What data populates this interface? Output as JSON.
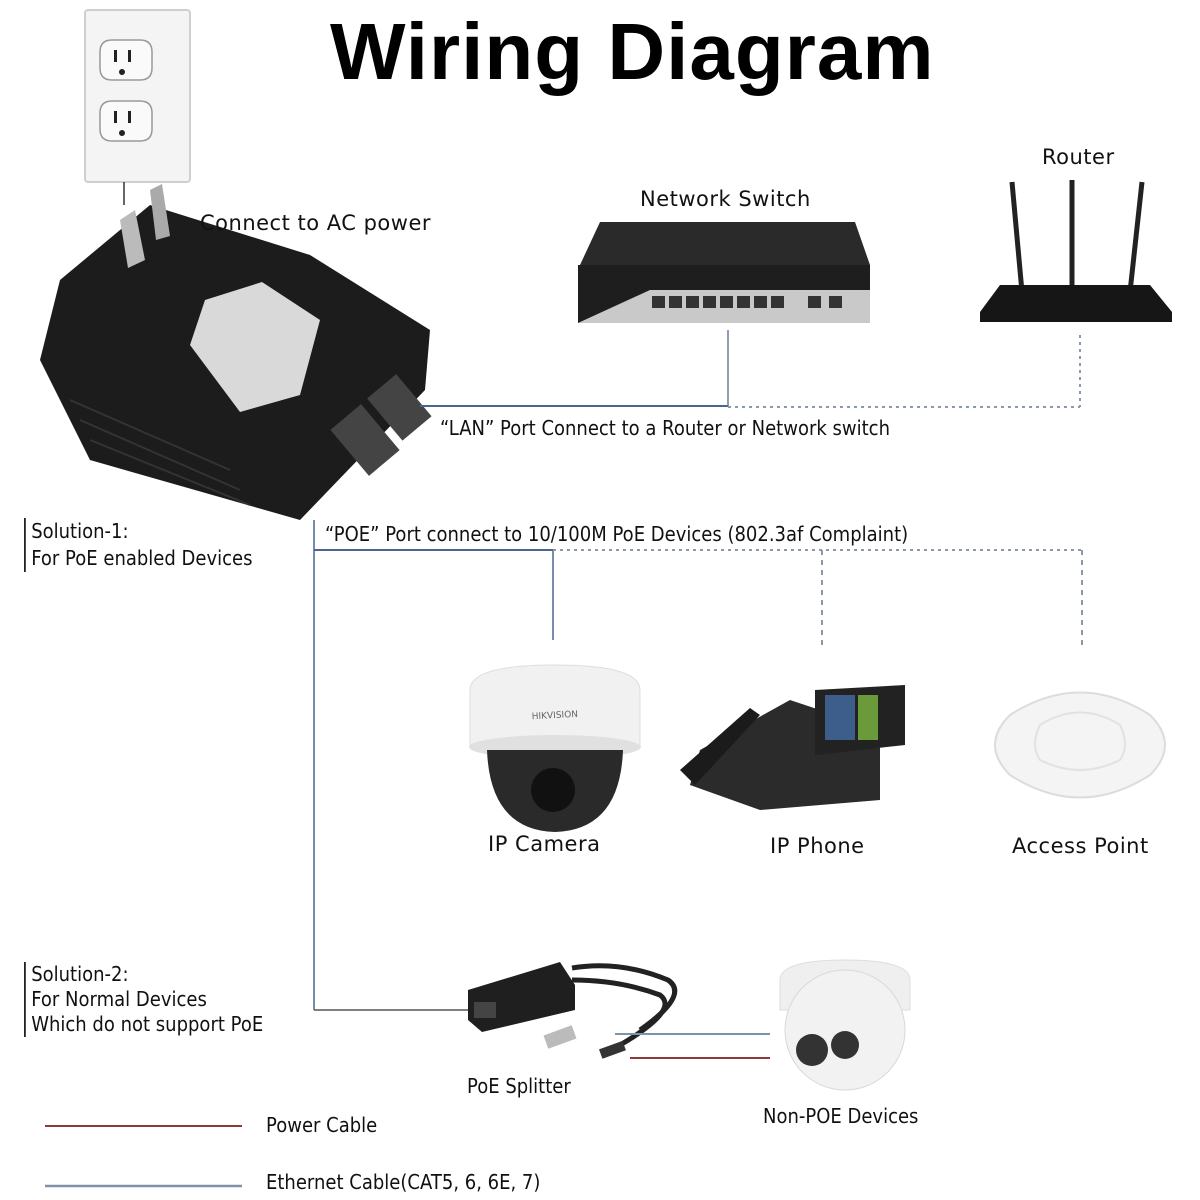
{
  "title": "Wiring Diagram",
  "top_section": {
    "ac_power_label": "Connect to AC power",
    "network_switch_label": "Network Switch",
    "router_label": "Router",
    "lan_port_label": "“LAN” Port Connect to a Router or Network switch"
  },
  "solution_1": {
    "heading": "Solution-1:",
    "description": "For PoE enabled Devices",
    "poe_port_label": "“POE” Port connect to 10/100M PoE Devices (802.3af Complaint)",
    "devices": [
      {
        "label": "IP Camera",
        "icon": "dome-camera-icon"
      },
      {
        "label": "IP Phone",
        "icon": "ip-phone-icon"
      },
      {
        "label": "Access Point",
        "icon": "access-point-icon"
      }
    ],
    "camera_brand": "HIKVISION"
  },
  "solution_2": {
    "heading": "Solution-2:",
    "line1": "For Normal Devices",
    "line2": "Which do not support PoE",
    "splitter_label": "PoE Splitter",
    "non_poe_label": "Non-POE Devices"
  },
  "legend": [
    {
      "label": "Power Cable",
      "color": "#8b3a3a"
    },
    {
      "label": "Ethernet Cable(CAT5, 6, 6E, 7)",
      "color": "#7f93a8"
    }
  ],
  "colors": {
    "ethernet_line": "#4a6690",
    "dotted_line": "#8a9aab",
    "power_line": "#8b3a3a",
    "device_dark": "#1c1c1c"
  }
}
